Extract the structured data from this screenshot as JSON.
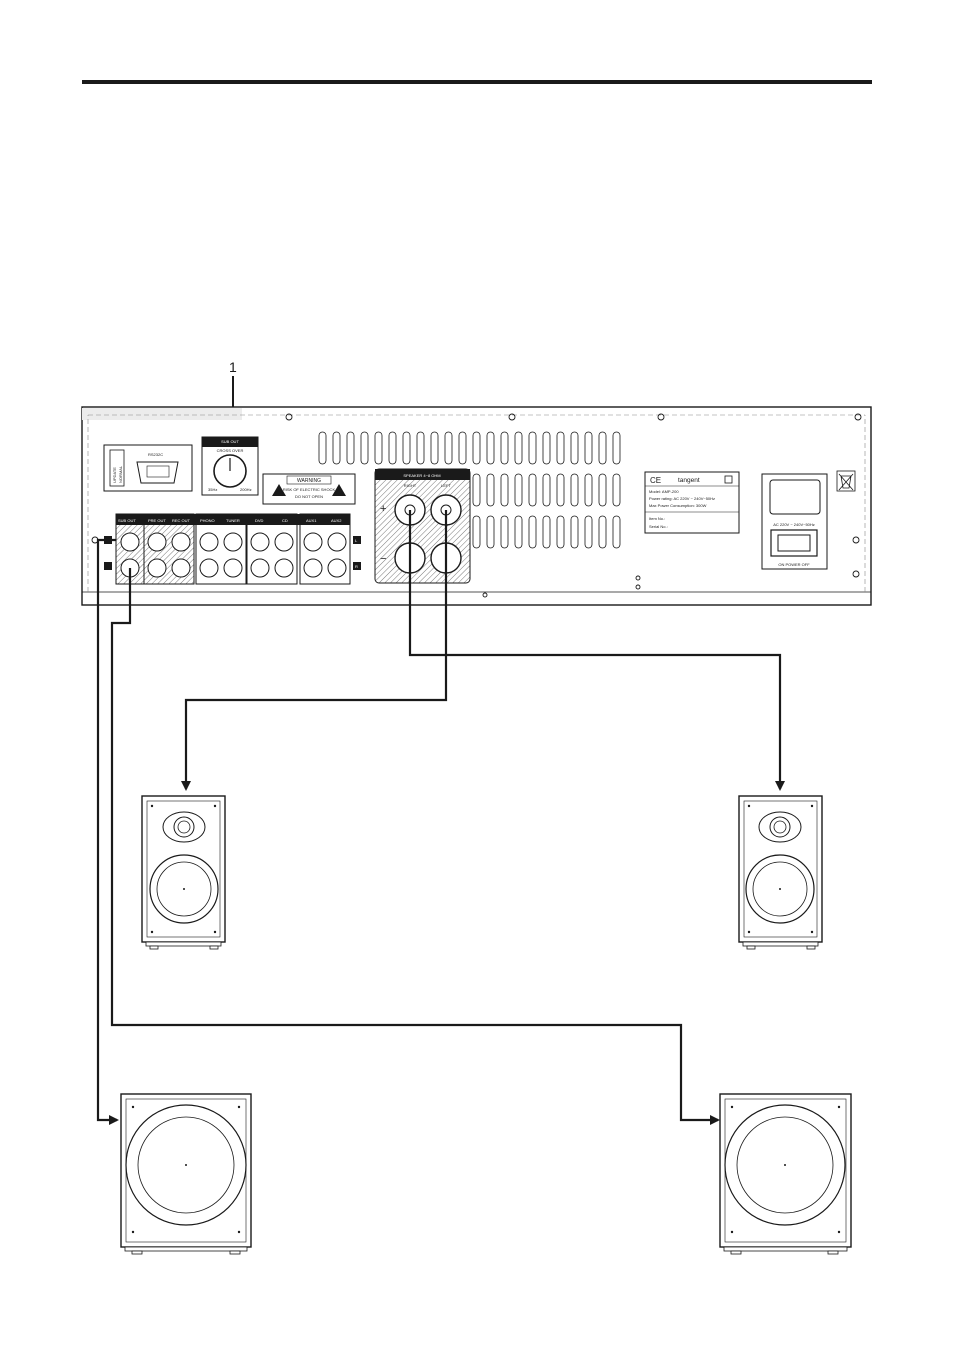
{
  "callout": "1",
  "amp": {
    "update_label": "UPDATE",
    "normal_label": "NORMAL",
    "rs232c_label": "RS232C",
    "sub_out_title": "SUB OUT",
    "crossover_title": "CROSS OVER",
    "crossover_min": "35Hz",
    "crossover_max": "200Hz",
    "warning_title": "WARNING",
    "warning_line1": "RISK OF ELECTRIC SHOCK",
    "warning_line2": "DO NOT OPEN",
    "speaker_title": "SPEAKER 4~8 OHM",
    "speaker_right": "RIGHT",
    "speaker_left": "LEFT",
    "plus": "+",
    "minus": "−",
    "inputs": [
      "SUB OUT",
      "PRE OUT",
      "REC OUT",
      "PHONO",
      "TUNER",
      "DVD",
      "CD",
      "AUX1",
      "AUX2"
    ],
    "channel_l": "L",
    "channel_r": "R",
    "label": {
      "ce": "CE",
      "brand": "tangent",
      "model": "Model: AMP-200",
      "power_rating": "Power rating: AC 220V ~ 240V~50Hz",
      "max_power": "Max Power Consumption: 300W",
      "item_no": "Item No.:",
      "serial_no": "Serial No.:"
    },
    "ac_label": "AC 220V ~ 240V~50Hz",
    "power_label": "ON  POWER  OFF"
  }
}
